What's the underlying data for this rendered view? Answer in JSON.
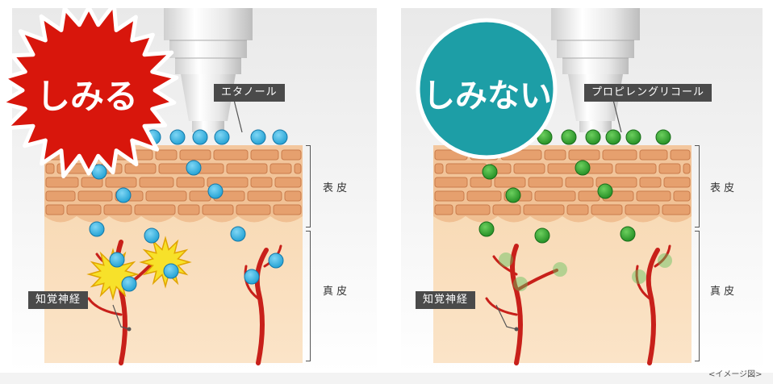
{
  "left_panel": {
    "badge": "しみる",
    "substance_tag": "エタノール",
    "nerve_tag": "知覚神経"
  },
  "right_panel": {
    "badge": "しみない",
    "substance_tag": "プロピレングリコール",
    "nerve_tag": "知覚神経"
  },
  "layers": {
    "epidermis": "表皮",
    "dermis": "真皮"
  },
  "caption": "<イメージ図>",
  "colors": {
    "ethanol_dot": "#2aa7d8",
    "pg_dot": "#2e9a2e",
    "burst_red": "#d8160c",
    "circle_teal": "#1d9ea6",
    "nerve": "#c8201a",
    "dermis": "#f6d5ae",
    "cell": "#e39a6a"
  }
}
